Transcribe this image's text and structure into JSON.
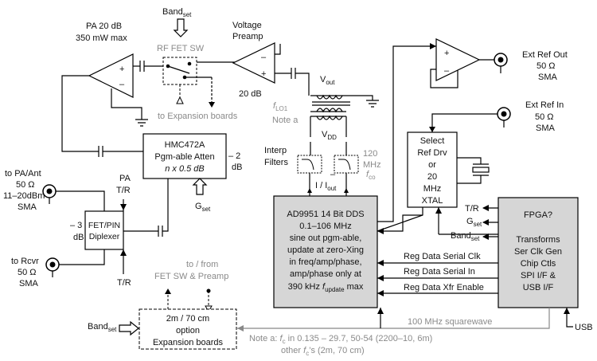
{
  "labels": {
    "pa_line1": "PA 20 dB",
    "pa_line2": "350 mW max",
    "band_set_top": "Band",
    "band_set_top_sub": "set",
    "rf_fet_sw": "RF FET SW",
    "voltage_preamp_line1": "Voltage",
    "voltage_preamp_line2": "Preamp",
    "preamp_gain": "20 dB",
    "to_expansion": "to Expansion boards",
    "vout": "V",
    "vout_sub": "out",
    "vdd": "V",
    "vdd_sub": "DD",
    "flo1": "f",
    "flo1_sub": "LO1",
    "note_a": "Note a",
    "hmc_line1": "HMC472A",
    "hmc_line2": "Pgm-able Atten",
    "hmc_line3": "n x 0.5 dB",
    "minus2": "– 2",
    "minus2_unit": "dB",
    "gset": "G",
    "gset_sub": "set",
    "interp1": "Interp",
    "interp2": "Filters",
    "i_iout": "I /  I",
    "i_iout_sub": "out",
    "i_bar": "–",
    "mhz120_1": "120",
    "mhz120_2": "MHz",
    "fco": "f",
    "fco_sub": "co",
    "ext_ref_out_1": "Ext Ref Out",
    "ext_ref_out_2": "50 Ω",
    "ext_ref_out_3": "SMA",
    "ext_ref_in_1": "Ext Ref In",
    "ext_ref_in_2": "50 Ω",
    "ext_ref_in_3": "SMA",
    "select_ref": [
      "Select",
      "Ref Drv",
      "or",
      "20",
      "MHz",
      "XTAL"
    ],
    "to_pa_ant": [
      "to PA/Ant",
      "50 Ω",
      "11–20dBm",
      "SMA"
    ],
    "pa_tr": [
      "PA",
      "T/R"
    ],
    "minus3": [
      "– 3",
      "dB"
    ],
    "fet_pin": [
      "FET/PIN",
      "Diplexer"
    ],
    "to_rcvr": [
      "to Rcvr",
      "50 Ω",
      "SMA"
    ],
    "tr_bottom": "T/R",
    "dds": [
      "AD9951 14 Bit DDS",
      "0.1–106 MHz",
      "sine out pgm-able,",
      "update at zero-Xing",
      "in freq/amp/phase,",
      "amp/phase only at",
      "390 kHz "
    ],
    "dds_fupdate": "f",
    "dds_fupdate_sub": "update",
    "dds_max": " max",
    "fpga": [
      "FPGA?",
      "Transforms",
      "Ser Clk Gen",
      "Chip Ctls",
      "SPI I/F &",
      "USB I/F"
    ],
    "fpga_tr": "T/R",
    "fpga_gset": "G",
    "fpga_gset_sub": "set",
    "fpga_band": "Band",
    "fpga_band_sub": "set",
    "reg_clk": "Reg Data Serial Clk",
    "reg_in": "Reg Data Serial In",
    "reg_xfr": "Reg Data Xfr Enable",
    "sqw": "100 MHz squarewave",
    "usb": "USB",
    "to_from_1": "to / from",
    "to_from_2": "FET SW & Preamp",
    "band_set_left": "Band",
    "band_set_left_sub": "set",
    "exp_box": [
      "2m / 70 cm",
      "option",
      "Expansion boards"
    ],
    "note_bottom_1a": "Note a: ",
    "note_bottom_1b": "f",
    "note_bottom_1c": "c",
    "note_bottom_1d": " in 0.135 – 29.7, 50-54 (2200–10, 6m)",
    "note_bottom_2a": "other ",
    "note_bottom_2b": "f",
    "note_bottom_2c": "c",
    "note_bottom_2d": "’s (2m, 70 cm)"
  }
}
